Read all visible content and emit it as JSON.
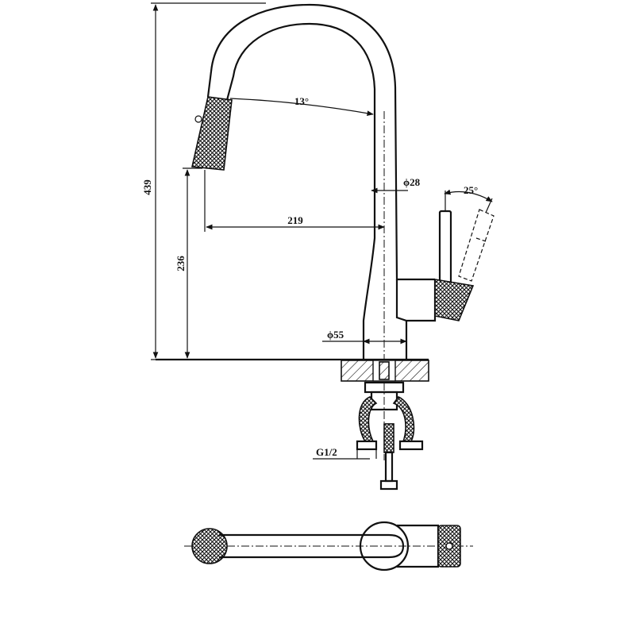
{
  "dimensions": {
    "total_height": "439",
    "spout_height": "236",
    "reach": "219",
    "spray_angle": "13°",
    "body_diameter": "ϕ28",
    "handle_angle": "25°",
    "base_diameter": "ϕ55",
    "thread": "G1/2"
  }
}
